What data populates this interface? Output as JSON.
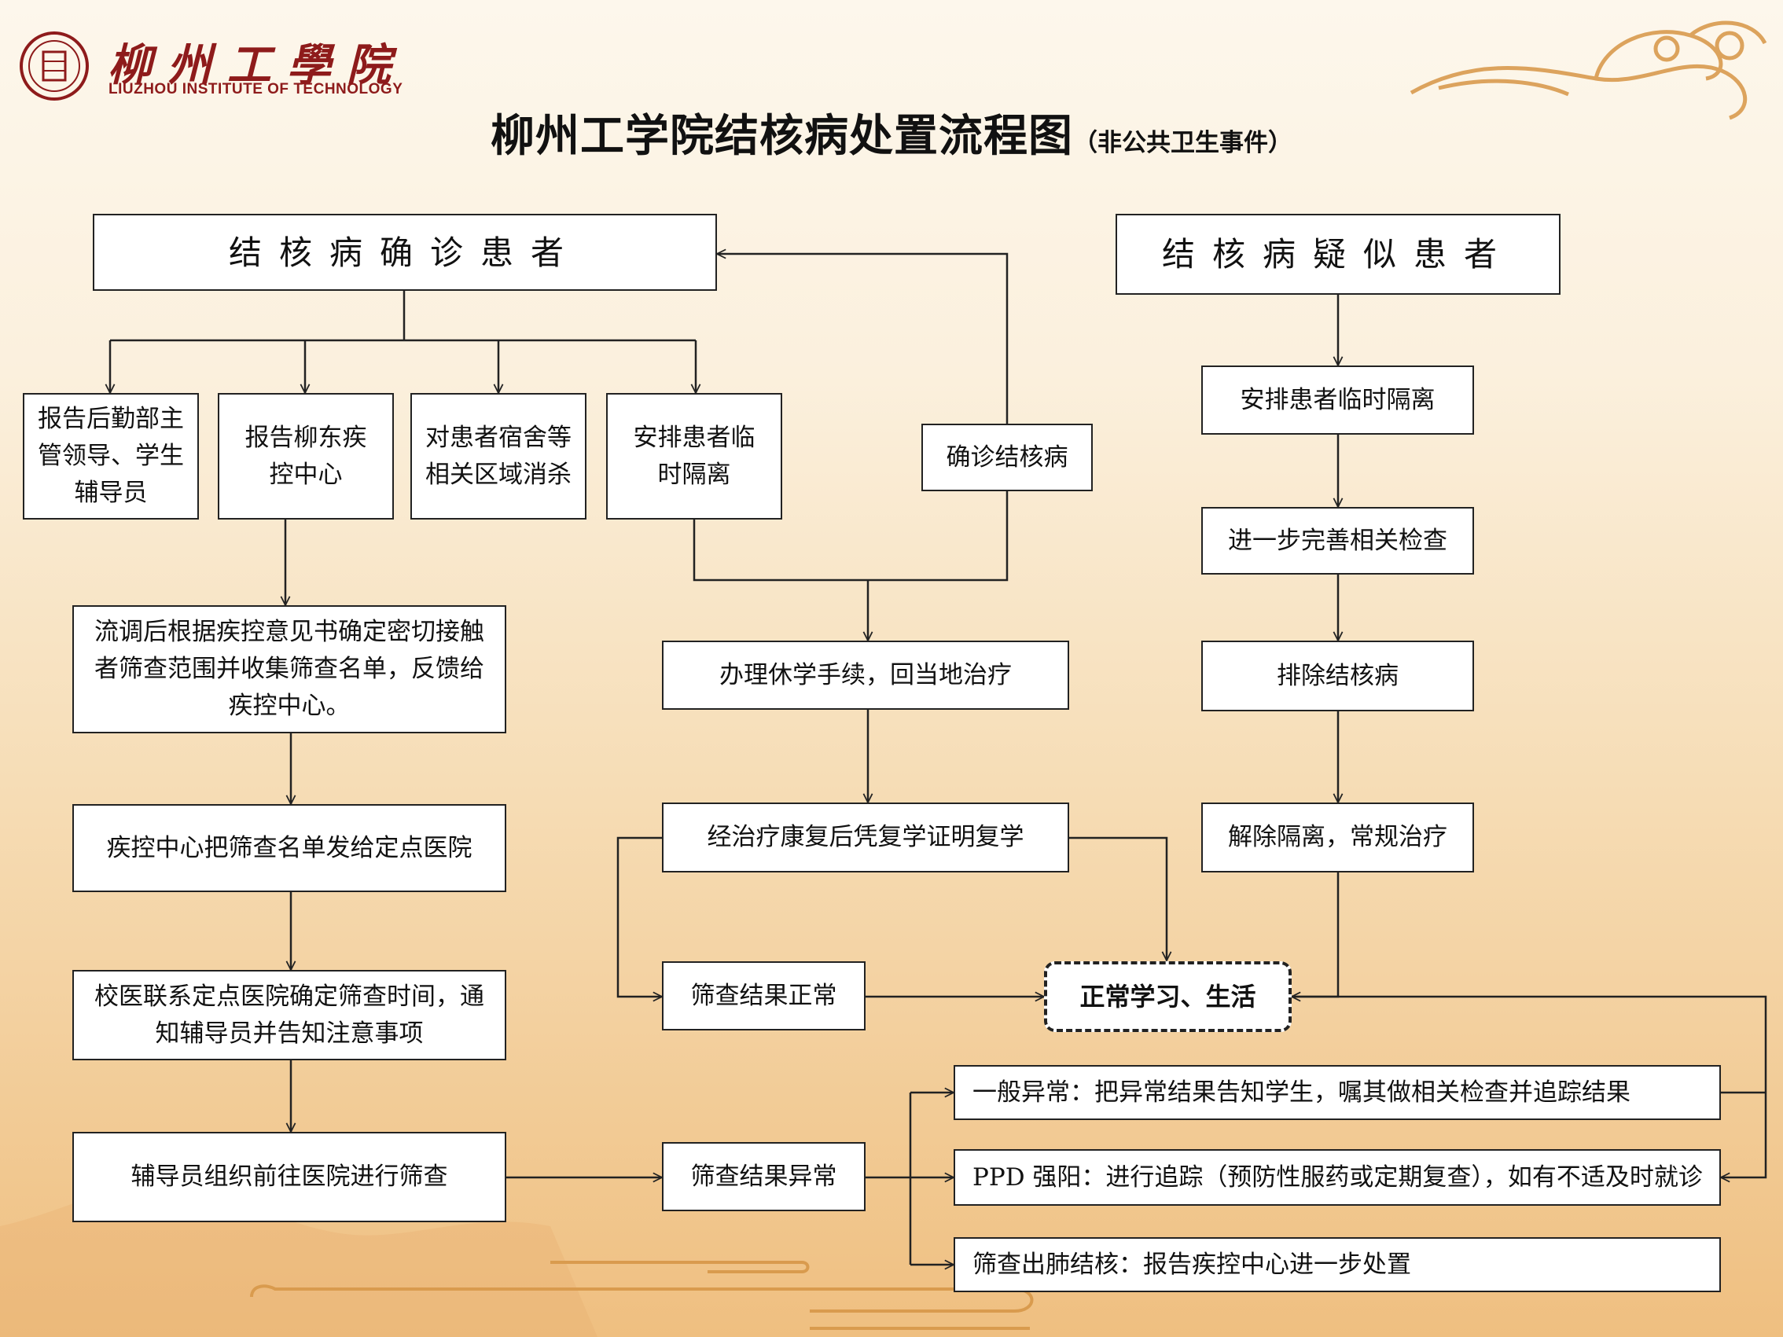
{
  "header": {
    "logo_cn": "柳州工學院",
    "logo_en": "LIUZHOU INSTITUTE OF TECHNOLOGY",
    "title": "柳州工学院结核病处置流程图",
    "subtitle": "（非公共卫生事件）"
  },
  "nodes": {
    "confirmed": "结核病确诊患者",
    "suspected": "结核病疑似患者",
    "report_logistics": "报告后勤部主管领导、学生辅导员",
    "report_cdc": "报告柳东疾控中心",
    "disinfect": "对患者宿舍等相关区域消杀",
    "isolate_confirmed": "安排患者临时隔离",
    "confirm_tb": "确诊结核病",
    "contact_trace": "流调后根据疾控意见书确定密切接触者筛查范围并收集筛查名单，反馈给疾控中心。",
    "send_list": "疾控中心把筛查名单发给定点医院",
    "schedule": "校医联系定点医院确定筛查时间，通知辅导员并告知注意事项",
    "organize": "辅导员组织前往医院进行筛查",
    "suspend": "办理休学手续，回当地治疗",
    "resume": "经治疗康复后凭复学证明复学",
    "screen_normal": "筛查结果正常",
    "screen_abnormal": "筛查结果异常",
    "normal_life": "正常学习、生活",
    "isolate_suspected": "安排患者临时隔离",
    "further_exam": "进一步完善相关检查",
    "exclude": "排除结核病",
    "release": "解除隔离，常规治疗",
    "general_abnormal": "一般异常：把异常结果告知学生，嘱其做相关检查并追踪结果",
    "ppd_strong": "PPD 强阳：进行追踪（预防性服药或定期复查），如有不适及时就诊",
    "tb_found": "筛查出肺结核：报告疾控中心进一步处置"
  },
  "colors": {
    "brand": "#8e1b1b",
    "ornament": "#d99b4e"
  }
}
